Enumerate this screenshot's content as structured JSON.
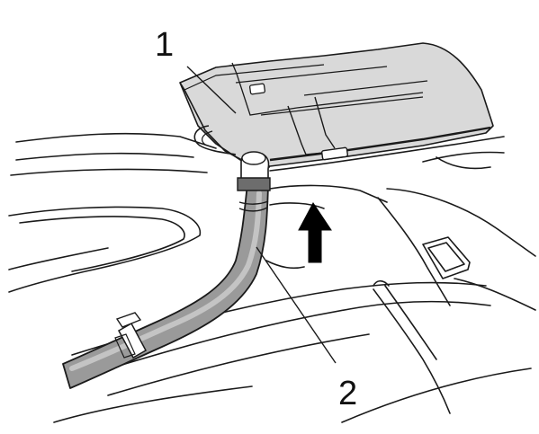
{
  "callouts": [
    {
      "id": "1",
      "label": "1"
    },
    {
      "id": "2",
      "label": "2"
    }
  ],
  "colors": {
    "background": "#ffffff",
    "line": "#1a1a1a",
    "panel_fill": "#d9d9d9",
    "hose_fill": "#9a9a9a",
    "hose_highlight": "#c4c4c4",
    "arrow_fill": "#000000"
  },
  "icons": {
    "direction_arrow": "up-arrow-icon"
  }
}
